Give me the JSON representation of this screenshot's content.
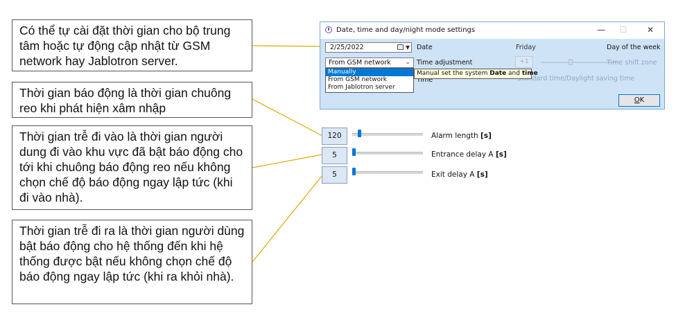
{
  "notes": {
    "n1": "Có thể tự cài đặt thời gian cho bộ trung tâm hoặc tự động cập nhật từ GSM network hay Jablotron server.",
    "n2": "Thời gian báo động là thời gian chuông reo khi phát hiện xâm nhập",
    "n3": "Thời gian trễ đi vào là thời gian người dung đi vào khu vực đã bật báo động cho tới khi chuông báo động reo nếu không chọn chế độ báo động ngay lập tức (khi đi vào nhà).",
    "n4": "Thời gian trễ đi ra là thời gian người dùng bật báo động cho hệ thống đến khi hệ thống được bật nếu không chọn chế độ báo động ngay lập tức (khi ra khỏi nhà)."
  },
  "dialog": {
    "title": "Date, time and day/night mode settings",
    "close_glyph": "✕",
    "min_glyph": "—",
    "max_glyph": "☐",
    "date_value": "2/25/2022",
    "date_label": "Date",
    "weekday": "Friday",
    "weekday_label": "Day of the week",
    "source_value": "From GSM network",
    "time_adjust_label": "Time adjustment",
    "step_label": "+1",
    "time_shift_label": "Time shift zone",
    "time_label": "Time",
    "dst_label": "Standard time/Daylight saving time",
    "options": [
      "Manually",
      "From GSM network",
      "From Jablotron server"
    ],
    "tooltip_prefix": "Manual set the system ",
    "tooltip_b1": "Date",
    "tooltip_mid": " and ",
    "tooltip_b2": "time",
    "ok_label": "OK",
    "ok_underline": "O",
    "ok_rest": "K"
  },
  "settings": [
    {
      "value": "120",
      "label": "Alarm length ",
      "unit": "[s]",
      "fraction": 0.08
    },
    {
      "value": "5",
      "label": "Entrance delay A ",
      "unit": "[s]",
      "fraction": 0.0
    },
    {
      "value": "5",
      "label": "Exit delay A ",
      "unit": "[s]",
      "fraction": 0.0
    }
  ],
  "colors": {
    "accent": "#0078d7",
    "dialog_bg": "#cfe3f7",
    "tooltip_bg": "#ffffe1",
    "leader": "#e0a800"
  }
}
